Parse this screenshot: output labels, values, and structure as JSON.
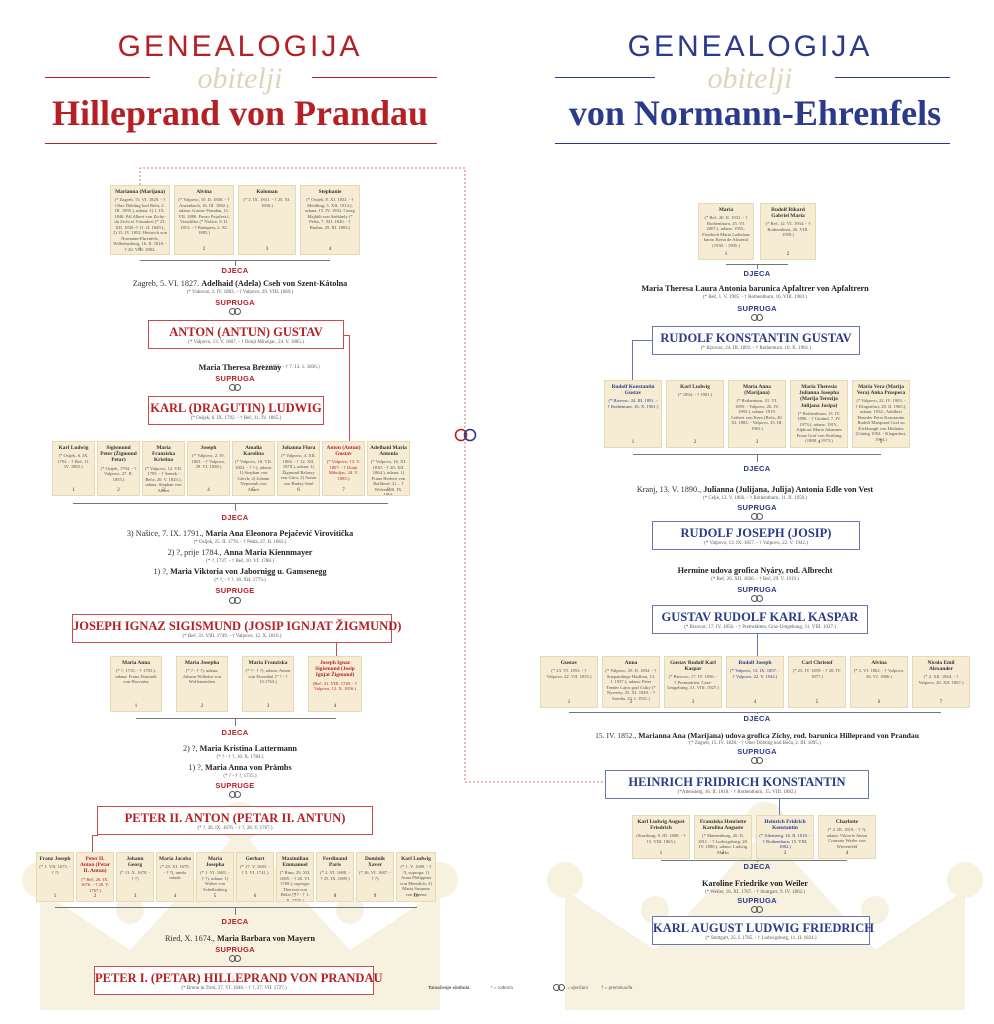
{
  "left": {
    "heading": "GENEALOGIJA",
    "script_word": "obitelji",
    "family": "Hilleprand von Prandau",
    "gen1": {
      "children": [
        {
          "name": "Marianna (Marijana)",
          "text": "(* Zagreb, 15. VI. 1828. - † Ober Döbling kod Beča, 2. III. 1895.), udana: 1) 1. IX. 1846. Pál Albert von Zichy-du Zichi et Vásonkeö (* 23. XII. 1830.-† 11. II. 1849.); 2) 15. IV. 1852. Heinrich von Normann-Ehrenfels, Wilhelmsburg, 16. II. 1818. - † 20. VIII. 1882.",
          "num": "1"
        },
        {
          "name": "Alvina",
          "text": "(* Valpovo, 10. II. 1830. - † Anzenbach, 16. III. 1882.), udana: Gustav Prandau, 11. VII. 1880. Pavao Pejačević, Vrasdička (* Našice, 9. II. 1813. - † Budapest, 2. XI. 1883.)",
          "num": "2"
        },
        {
          "name": "Koloman",
          "text": "(* 2. IX. 1831. - † 25. XI. 1836.)",
          "num": "3"
        },
        {
          "name": "Stephanie",
          "text": "(* Osijek, 8. XI. 1832. - † Meidling, 5. XII. 1914.), udana: 15. IV. 1852. Georg Majláth von Székhely (* Pešta, 7. XII. 1820. - † Budim, 29. III. 1883.)",
          "num": "4"
        }
      ],
      "label": "DJECA",
      "spouse_line_pre": "Zagreb, 5. VI. 1827.",
      "spouse_name": "Adelhaid (Adela) Cseh von Szent-Kátolna",
      "spouse_dates": "(* Vukovar, 3. IV. 1803. - † Valpovo, 29. VIII. 1869.)",
      "spouse_label": "SUPRUGA",
      "main_name": "ANTON (ANTUN) GUSTAV",
      "main_dates": "(* Valpovo, 13. V. 1807. - † Donji Miholjac, 24. V. 1885.)"
    },
    "gen2": {
      "spouse_name": "Maria Theresa Breznay",
      "spouse_dates": "(* ?, 1805. - † 7. 13. 1. 1836.)",
      "spouse_label": "SUPRUGA",
      "main_name": "KARL (DRAGUTIN) LUDWIG",
      "main_dates": "(* Osijek, 6. IX. 1792. - † Beč, 11. IV. 1865.)",
      "children": [
        {
          "name": "Karl Ludwig",
          "text": "(* Osijek, 6. IX. 1792. - † Beč, 11. IV. 1865.)",
          "num": "1"
        },
        {
          "name": "Sigismund Peter (Žigmund Petar)",
          "text": "(* Osijek, 1794. - † Valpovo, 27. II. 1855.)",
          "num": "2"
        },
        {
          "name": "Maria Franziska Kristina",
          "text": "(* Valpovo, 12. VII. 1795. - † Smrek - Beča, 20. V. 1823.), udana: Stephan von Albert",
          "num": "3"
        },
        {
          "name": "Joseph",
          "text": "(* Valpovo, 2. IV. 1801. - † Valpovo, 29. VI. 1838.)",
          "num": "4"
        },
        {
          "name": "Amalia Karolina",
          "text": "(* Valpovo, 18. VII. 1802. - † ?.), udana: 1) Stephan von Görch; 2) Johann Nepomuk von Albert",
          "num": "5"
        },
        {
          "name": "Johanna Flora",
          "text": "(* Valpovo, 4. XII. 1804. - † 12. XII. 1878.), udana: 1) Žigmund Balassy von Gács; 2) Anton von Buday-Jenő",
          "num": "6"
        },
        {
          "name": "Anton (Antun) Gustav",
          "text": "(* Valpovo, 13. V. 1807. - † Donji Miholjac, 24. V. 1885.)",
          "num": "7",
          "hl": true
        },
        {
          "name": "Adelhaid Maria Antonia",
          "text": "(* Valpovo, 16. XI. 1810. - † 20. XII. 1864.), udana: 1) Franz Herbert von Rathkeal; 2) ... † Welzer, 20. IX. 1864.",
          "num": "8"
        }
      ],
      "label": "DJECA"
    },
    "gen3": {
      "spouse_lines": [
        {
          "pre": "3) Našice, 7. IX. 1791.,",
          "name": "Maria Ana Eleonora Pejačević Virovitička",
          "dates": "(* Osijek, 25. II. 1776. - † Pešta, 27. II. 1863.)"
        },
        {
          "pre": "2) ?, prije 1784.,",
          "name": "Anna Maria Kiennmayer",
          "dates": "(* ?, 1737. - † Beč, 10. VI. 1788.)"
        },
        {
          "pre": "1) ?,",
          "name": "Maria Viktoria von Jabornigg u. Gamsenegg",
          "dates": "(* ?, - † ?, 18. XII. 1773.)"
        }
      ],
      "spouse_label": "SUPRUGE",
      "main_name": "JOSEPH IGNAZ SIGISMUND (JOSIP IGNJAT ŽIGMUND)",
      "main_dates": "(* Beč, 31. VIII. 1749. - † Valpovo, 12. X. 1816.)",
      "children": [
        {
          "name": "Maria Anna",
          "text": "(* ?, 1710. - † 1785.), udana: Franz Dominik von Horvaász",
          "num": "1"
        },
        {
          "name": "Maria Josepha",
          "text": "(* ? - † ?), udana: Johann Wilhelm von Wolfenstedten",
          "num": "2"
        },
        {
          "name": "Maria Franziska",
          "text": "(* ? - † ?), udana: Anton von Eisenthal (* ? - † 15.1763.)",
          "num": "3"
        },
        {
          "name": "Joseph Ignaz Sigismund (Josip Ignjat Žigmund)",
          "text": "(Beč, 31. VIII. 1749. - † Valpovo, 12. X. 1816.)",
          "num": "4",
          "hl": true
        }
      ],
      "label": "DJECA"
    },
    "gen4": {
      "spouse_lines": [
        {
          "pre": "2) ?,",
          "name": "Maria Kristina Lattermann",
          "dates": "(* ? - † ?, 16. X. 1784.)"
        },
        {
          "pre": "1) ?,",
          "name": "Maria Anna von Prämbs",
          "dates": "(* ? - † ?, 1735.)"
        }
      ],
      "spouse_label": "SUPRUGE",
      "main_name": "PETER II. ANTON (PETAR II. ANTUN)",
      "main_dates": "(* ?, 26. IX. 1676. - † ?, 28. V. 1767.)",
      "children": [
        {
          "name": "Franz Joseph",
          "text": "(* 1. VII. 1675. - † ?)",
          "num": "1"
        },
        {
          "name": "Peter II. Anton (Petar II. Antun)",
          "text": "(* Beč, 26. IX. 1676. - † 28. V. 1767.)",
          "num": "2",
          "hl": true
        },
        {
          "name": "Johann Georg",
          "text": "(* 13. X. 1678. - † ?)",
          "num": "3"
        },
        {
          "name": "Maria Jacoba",
          "text": "(* 20. XI. 1679. - † ?), umrla mlada",
          "num": "4"
        },
        {
          "name": "Maria Josepha",
          "text": "(* 1. VI. 1681. - † ?), udana: 1) Walter von Schellenberg",
          "num": "5"
        },
        {
          "name": "Gerhart",
          "text": "(* 17. V. 1683. - † 5. VI. 1741.)",
          "num": "6"
        },
        {
          "name": "Maximilian Emmanuel",
          "text": "(* Rinn, 29. XII. 1685. - † 26. VI. 1769.), supruga: Theresia von Hölzl (* ? - † 1. X. 1755.)",
          "num": "7"
        },
        {
          "name": "Ferdinand Paris",
          "text": "(* 2. VI. 1688. - † 25. IX. 1689.)",
          "num": "8"
        },
        {
          "name": "Dominik Xaver",
          "text": "(* 26. VI. 1687. - † ?)",
          "num": "9"
        },
        {
          "name": "Karl Ludwig",
          "text": "(* 1. V. 1689. - † ?), supruga: 1) Anna Philippina von Mennlich; 2) Maria Susanna von Fezena",
          "num": "10"
        }
      ],
      "label": "DJECA"
    },
    "gen5": {
      "spouse_pre": "Ried, X. 1674.,",
      "spouse_name": "Maria Barbara von Mayern",
      "spouse_label": "SUPRUGA",
      "main_name": "PETER I. (PETAR) HILLEPRAND VON PRANDAU",
      "main_dates": "(* Brunn in Tirol, 27. VI. 1646. - † ?, 27. VII. 1727.)"
    },
    "legend": {
      "title": "Tumačenje simbola",
      "born": "* = rođen/a",
      "married": "= vjenčani",
      "died": "† = preminuo/la"
    }
  },
  "right": {
    "heading": "GENEALOGIJA",
    "script_word": "obitelji",
    "family": "von Normann-Ehrenfels",
    "gen1": {
      "children": [
        {
          "name": "Maria",
          "text": "(* Beč, 20. II. 1931. - † Rothenthurn, 25. VI. 2007.), udana: 1955., Friedrich Maria Ladislaus baron Kerta de Altsteinl (1930. - 1995.)",
          "num": "1"
        },
        {
          "name": "Rudolf Rikard Gabriel Maria",
          "text": "(* Beč, 12. VI. 1934. - † Rothenthurn, 26. VIII. 1959.)",
          "num": "2"
        }
      ],
      "label": "DJECA",
      "spouse_name": "Maria Theresa Laura Antonia barunica Apfaltrer von Apfaltrern",
      "spouse_dates": "(* Beč, 1. V. 1905. - † Rothenthurn, 16. VIII. 1983.)",
      "spouse_label": "SUPRUGA",
      "main_name": "RUDOLF KONSTANTIN GUSTAV",
      "main_dates": "(* Bizovac, 24. III. 1891. - † Rothenturn, 16. X. 1961.)"
    },
    "gen2": {
      "children": [
        {
          "name": "Rudolf Konstantin Gustav",
          "text": "(* Bizovac, 24. III. 1891. - † Rothenturn, 16. X. 1961.)",
          "num": "1",
          "hl": true
        },
        {
          "name": "Karl Ludwig",
          "text": "(* 1894. - † 1901.)",
          "num": "2"
        },
        {
          "name": "Maria Anna (Marijana)",
          "text": "(* Rothenturn, 21. VI. 1895. - Valpovo, 26. IV. 1993.), udana: 1919. Leibert von Kern (Beča, 20. XI. 1883. - Valpovo, 25. III. 1965.)",
          "num": "3"
        },
        {
          "name": "Maria Theresia Julianna Josepha (Marija Terezija Julijana Josipa)",
          "text": "(* Rothenthurn, 13. IV. 1896. - † Gmünd, 7. IV. 1973.), udana: 1915., Alphons Maria Johannes Franz Graf von Ströbing (1888. - 1973.)",
          "num": "4"
        },
        {
          "name": "Maria Vera (Marija Vera) Anka Prospera",
          "text": "(* Valpovo, 22. IV. 1903. - † Klagenfurt, 28. II. 1965.), udana: 1934., Adalbert Haseder Peter Konstantin Rudolf Marquard Graf zu Kickbangh von Hödinitz (Güntig 1902. - Klagenfurt, 1964.)",
          "num": "5"
        }
      ],
      "label": "DJECA",
      "spouse_pre": "Kranj, 13. V. 1890.,",
      "spouse_name": "Julianna (Julijana, Julija) Antonia Edle von Vest",
      "spouse_dates": "(* Celje, 13. V. 1866. - † Rothenthurn, 11. II. 1959.)",
      "spouse_label": "SUPRUGA",
      "main_name": "RUDOLF JOSEPH (JOSIP)",
      "main_dates": "(* Valpovo, 13. IX. 1857. - † Valpovo, 22. V. 1942.)"
    },
    "gen3": {
      "spouse_name": "Hermine udova grofica Nyáry, rod. Albrecht",
      "spouse_dates": "(* Beč, 26. XII. 1836. - † Beč, 29. V. 1919.)",
      "spouse_label": "SUPRUGA",
      "main_name": "GUSTAV RUDOLF KARL KASPAR",
      "main_dates": "(* Bizovac, 17. IV. 1856. - † Premstätten, Graz-Umgebung, 31. VIII. 1927.)",
      "children": [
        {
          "name": "Gustav",
          "text": "(* 23. VI. 1853. - † Valpovo, 22. VII. 1853.)",
          "num": "1"
        },
        {
          "name": "Anna",
          "text": "(* Valpovo, 29. II. 1854. - † Stjepandinge Haslhon, 13. I. 1937.), udana: Peter Tender Lajos graf Csiky (* Nyereny, 25. XI. 1849. - † Soreña, 23. I. 1931.)",
          "num": "2"
        },
        {
          "name": "Gustav Rudolf Karl Kaspar",
          "text": "(* Bizovac, 17. IV. 1856. - † Premstätten, Graz-Umgebung, 31. VIII. 1927.)",
          "num": "3"
        },
        {
          "name": "Rudolf Joseph",
          "text": "(* Valpovo, 13. IX. 1857. - † Valpovo, 22. V. 1942.)",
          "num": "4",
          "hl": true
        },
        {
          "name": "Carl Christof",
          "text": "(* 25. IV. 1859. - † 28. IV. 1877.)",
          "num": "5"
        },
        {
          "name": "Alvina",
          "text": "(* 3. VI. 1862. - † Valpovo, 26. VI. 1886.)",
          "num": "6"
        },
        {
          "name": "Nicola Emil Alexander",
          "text": "(* 4. XII. 1864. - † Valpovo, 20. XII. 1867.)",
          "num": "7"
        }
      ],
      "label": "DJECA"
    },
    "gen4": {
      "spouse_pre": "15. IV. 1852.,",
      "spouse_name": "Marianna Ana (Marijana) udova grofica Zichy, rod. barunica Hilleprand von Prandau",
      "spouse_dates": "(* Zagreb, 15. IV. 1828. - † Ober Döbling kod Beča, 2. III. 1895.)",
      "spouse_label": "SUPRUGA",
      "main_name": "HEINRICH FRIDRICH KONSTANTIN",
      "main_dates": "(*Altenstetg, 16. II. 1818. - † Rothenthurn, 15. VIII. 1882.)",
      "children": [
        {
          "name": "Karl Ludwig August Friedrich",
          "text": "(Strasburg, 9. III. 1808. - † 15. VIII. 1865.)",
          "num": "1"
        },
        {
          "name": "Franziska Henriette Karolina Auguste",
          "text": "(* Mannenburg, 26. II. 1811. - † Ludwigsburg, 28. IV. 1880.), udana: Ludwig Marks",
          "num": "2"
        },
        {
          "name": "Heinrich Fridrich Konstantin",
          "text": "(* Altenstetg, 16. II. 1818. - † Rothenthurn, 15. VIII. 1882.)",
          "num": "3",
          "hl": true
        },
        {
          "name": "Charlotte",
          "text": "(* 2. III. 1819. - † ?), udana: Viktorie Anton Conrarie Weiler von Wiesenfeld",
          "num": "4"
        }
      ],
      "label": "DJECA"
    },
    "gen5": {
      "spouse_name": "Karoline Friedrike von Weiler",
      "spouse_dates": "(* Weiler, 16. XI. 1787. - † Stuttgart, 9. IV. 1862.)",
      "spouse_label": "SUPRUGA",
      "main_name": "KARL AUGUST LUDWIG FRIEDRICH",
      "main_dates": "(* Stuttgart, 25. I. 1785. - † Ludwigsburg, 11. II. 1824.)"
    }
  },
  "colors": {
    "left_accent": "#b52025",
    "right_accent": "#2b3a8a",
    "card_bg": "#f6ecd4"
  },
  "icons": [
    "rings-icon",
    "crown-watermark-icon"
  ]
}
